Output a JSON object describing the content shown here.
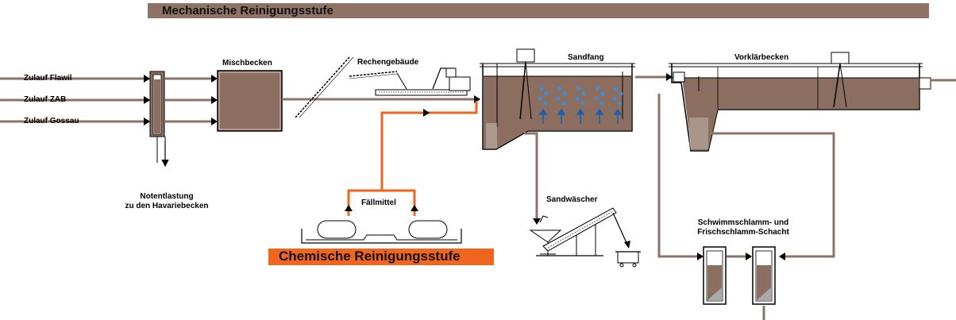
{
  "header": {
    "title": "Mechanische Reinigungsstufe"
  },
  "chem_banner": {
    "title": "Chemische Reinigungsstufe"
  },
  "inlets": [
    "Zulauf Flawil",
    "Zulauf ZAB",
    "Zulauf Gossau"
  ],
  "labels": {
    "mischbecken": "Mischbecken",
    "rechengebaeude": "Rechengebäude",
    "sandfang": "Sandfang",
    "vorklaerbecken": "Vorklärbecken",
    "notentlastung_1": "Notentlastung",
    "notentlastung_2": "zu den Havariebecken",
    "faellmittel": "Fällmittel",
    "sandwaescher": "Sandwäscher",
    "schacht_1": "Schwimmschlamm- und",
    "schacht_2": "Frischschlamm-Schacht"
  },
  "colors": {
    "pipe": "#8f7266",
    "chem_pipe": "#f0661e",
    "sludge": "#8b6e5f",
    "bubble": "#3b8fd6"
  }
}
